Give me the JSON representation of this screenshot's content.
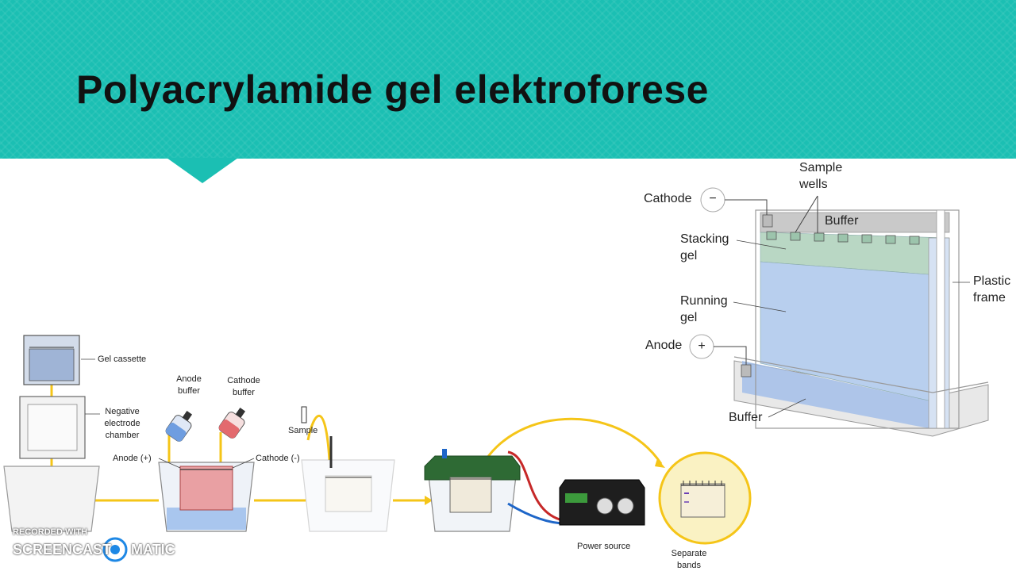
{
  "slide": {
    "title": "Polyacrylamide gel elektroforese"
  },
  "right_diagram": {
    "cathode": "Cathode",
    "cathode_sign": "−",
    "sample_wells": [
      "Sample",
      "wells"
    ],
    "buffer_top": "Buffer",
    "stacking_gel": [
      "Stacking",
      "gel"
    ],
    "running_gel": [
      "Running",
      "gel"
    ],
    "plastic_frame": [
      "Plastic",
      "frame"
    ],
    "anode": "Anode",
    "anode_sign": "+",
    "buffer_bottom": "Buffer"
  },
  "bottom_diagram": {
    "gel_cassette": "Gel cassette",
    "negative_electrode_chamber": [
      "Negative",
      "electrode",
      "chamber"
    ],
    "anode_buffer": [
      "Anode",
      "buffer"
    ],
    "cathode_buffer": [
      "Cathode",
      "buffer"
    ],
    "anode_plus": "Anode (+)",
    "cathode_minus": "Cathode (-)",
    "sample": "Sample",
    "power_source": "Power source",
    "separate_bands": [
      "Separate",
      "bands"
    ]
  },
  "watermark": {
    "line1": "RECORDED WITH",
    "line2a": "SCREENCAST",
    "line2b": "MATIC"
  },
  "colors": {
    "banner": "#1bbfb3",
    "accent_yellow": "#f5c518",
    "gel_blue": "#b8cfee",
    "stacking_green": "#b9d7c4"
  }
}
